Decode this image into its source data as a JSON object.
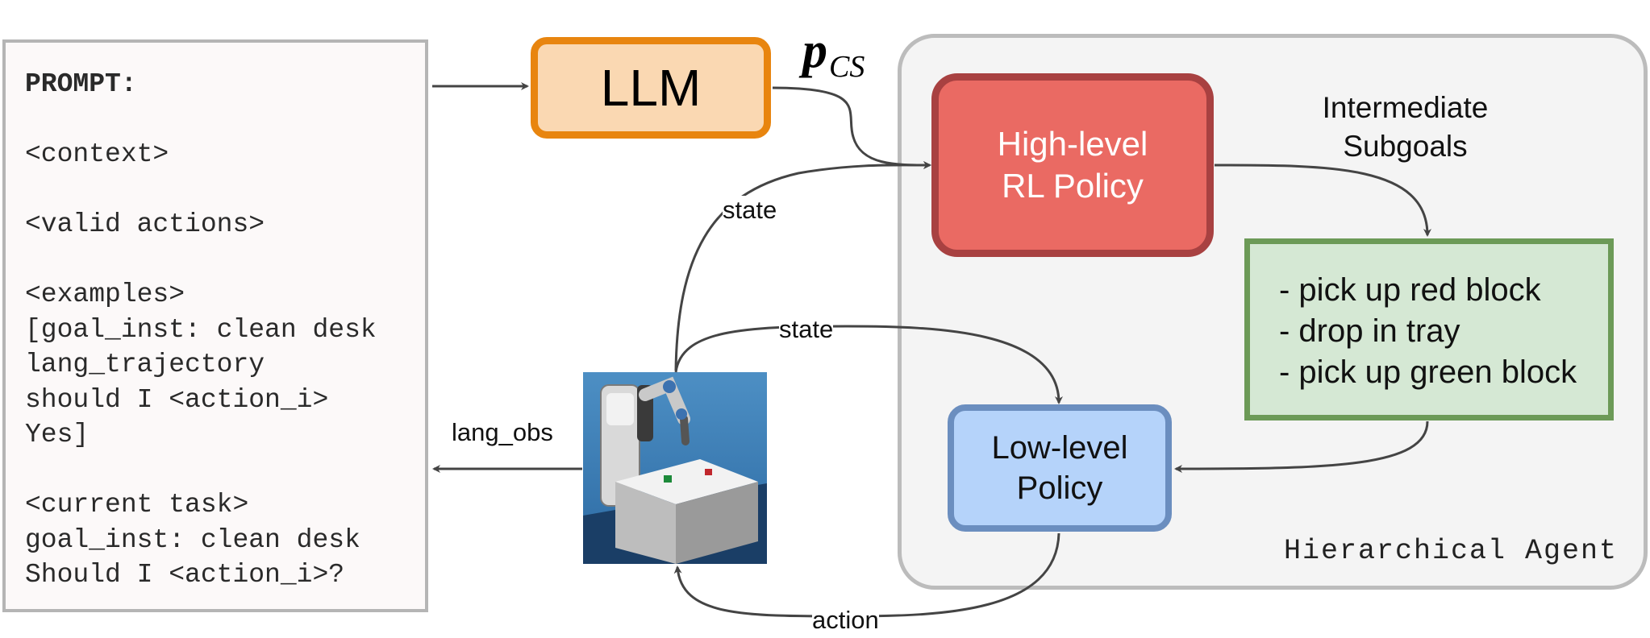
{
  "prompt": {
    "lines": [
      "PROMPT:",
      "",
      "<context>",
      "",
      "<valid actions>",
      "",
      "<examples>",
      "[goal_inst: clean desk",
      "lang_trajectory",
      "should I <action_i>",
      "Yes]",
      "",
      "<current task>",
      "goal_inst: clean desk",
      "Should I <action_i>?"
    ]
  },
  "llm": {
    "label": "LLM"
  },
  "pcs": {
    "main": "p",
    "sub": "CS"
  },
  "agent": {
    "label": "Hierarchical Agent"
  },
  "high_level": {
    "line1": "High-level",
    "line2": "RL Policy"
  },
  "subgoals_label": {
    "line1": "Intermediate",
    "line2": "Subgoals"
  },
  "subgoals": {
    "items": [
      "- pick up red block",
      "- drop in tray",
      "- pick up green block"
    ]
  },
  "low_level": {
    "line1": "Low-level",
    "line2": "Policy"
  },
  "edges": {
    "state_top": "state",
    "state_mid": "state",
    "lang_obs": "lang_obs",
    "action": "action"
  },
  "colors": {
    "llm_fill": "#fad8b2",
    "llm_border": "#e8850f",
    "high_fill": "#ea6a63",
    "high_border": "#a84141",
    "subgoal_fill": "#d5e8d4",
    "subgoal_border": "#6c9a57",
    "low_fill": "#b5d3fa",
    "low_border": "#6b8ebf",
    "agent_fill": "#f4f4f4",
    "agent_border": "#bcbcbc",
    "arrow": "#444444"
  }
}
